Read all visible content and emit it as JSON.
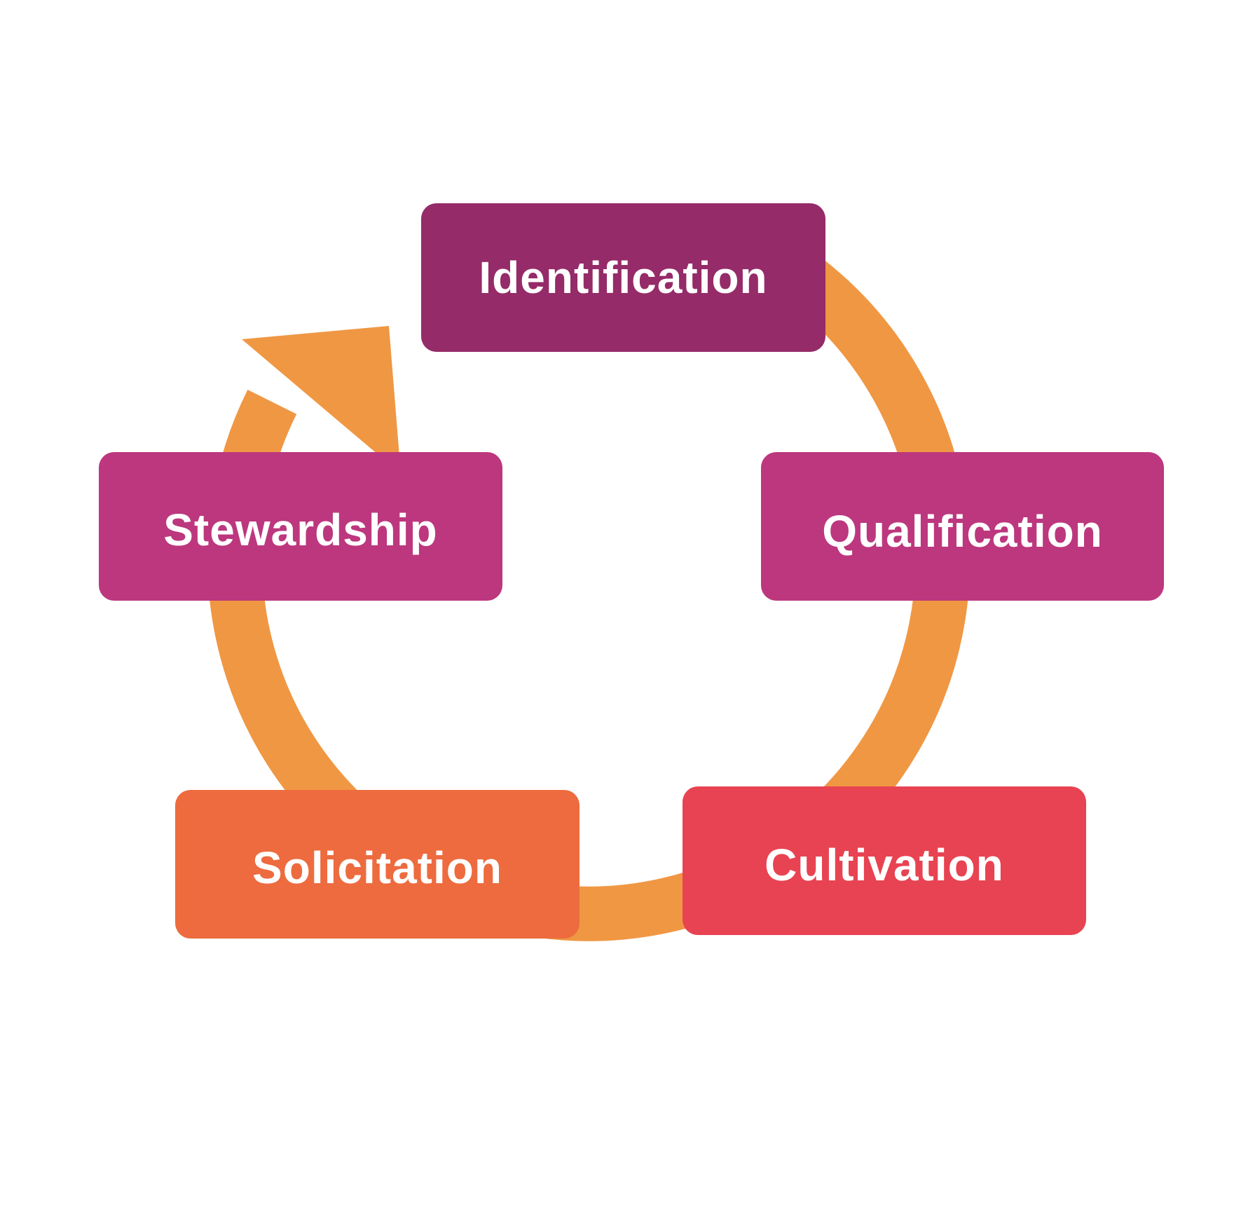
{
  "diagram": {
    "type": "cycle",
    "colors": {
      "background": "#ffffff",
      "ring": "#f09743",
      "text": "#ffffff"
    },
    "stages": [
      {
        "id": "identification",
        "label": "Identification",
        "color": "#952b68"
      },
      {
        "id": "qualification",
        "label": "Qualification",
        "color": "#bc377e"
      },
      {
        "id": "cultivation",
        "label": "Cultivation",
        "color": "#e84352"
      },
      {
        "id": "solicitation",
        "label": "Solicitation",
        "color": "#ed6b3e"
      },
      {
        "id": "stewardship",
        "label": "Stewardship",
        "color": "#bc377e"
      }
    ]
  }
}
